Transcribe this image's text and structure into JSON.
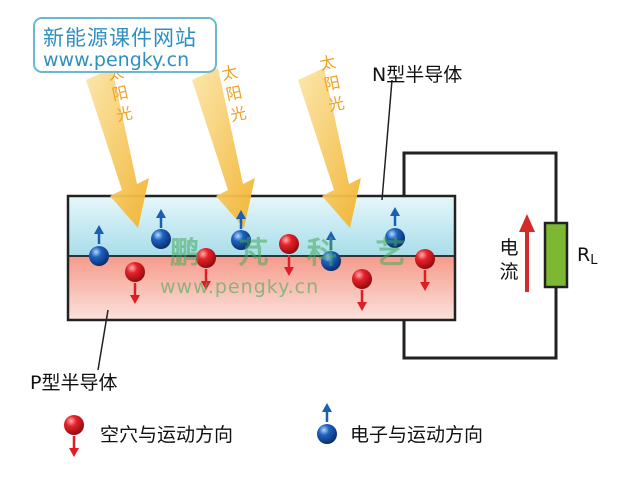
{
  "watermark": {
    "site_name": "新能源课件网站",
    "url": "www.pengky.cn"
  },
  "center_watermark": {
    "name": "鹏 芃 科 艺",
    "url": "www.pengky.cn"
  },
  "sunlight_label": "太阳光",
  "n_type_label": "N型半导体",
  "p_type_label": "P型半导体",
  "current_label": "电流",
  "load_label": "R",
  "load_subscript": "L",
  "legend": {
    "hole": "空穴与运动方向",
    "electron": "电子与运动方向"
  },
  "colors": {
    "n_layer": "#bfe7ef",
    "p_layer": "#f7b9ac",
    "hole": "#e01c24",
    "electron": "#1a5fb0",
    "sunlight": "#f5b83a",
    "load": "#7cb832",
    "current_arrow": "#d42a2a"
  }
}
